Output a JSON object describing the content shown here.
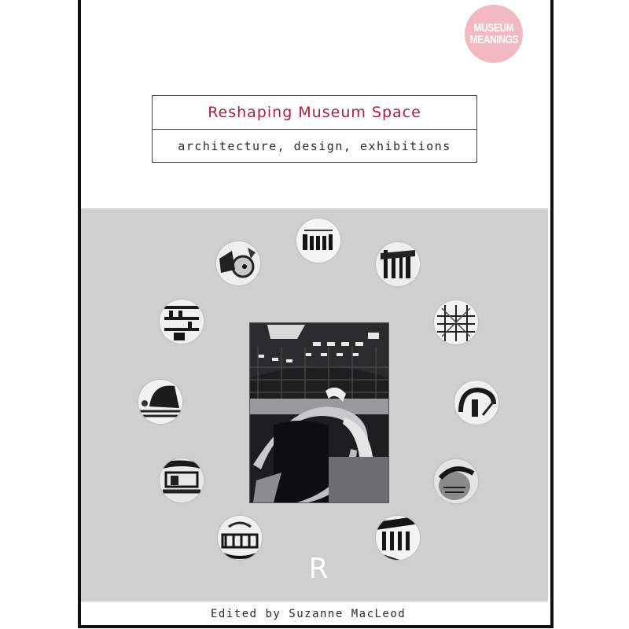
{
  "book": {
    "title": "Reshaping Museum Space",
    "subtitle": "architecture, design, exhibitions",
    "editor_credit": "Edited by Suzanne MacLeod",
    "publisher_logo_letter": "R",
    "series_stamp": {
      "line1": "MUSEUM",
      "line2": "MEANINGS"
    }
  },
  "colors": {
    "title": "#a3243b",
    "band": "#cfcfcf",
    "stamp": "#f2b9c1",
    "border": "#111111"
  },
  "images": {
    "central_photo": "museum-hall-photo",
    "thumbnails": [
      "thumbnail-top",
      "thumbnail-top-right",
      "thumbnail-right-upper",
      "thumbnail-right-middle",
      "thumbnail-right-lower",
      "thumbnail-bottom-right",
      "thumbnail-bottom-left",
      "thumbnail-left-lower",
      "thumbnail-left-middle",
      "thumbnail-left-upper",
      "thumbnail-top-left"
    ]
  }
}
